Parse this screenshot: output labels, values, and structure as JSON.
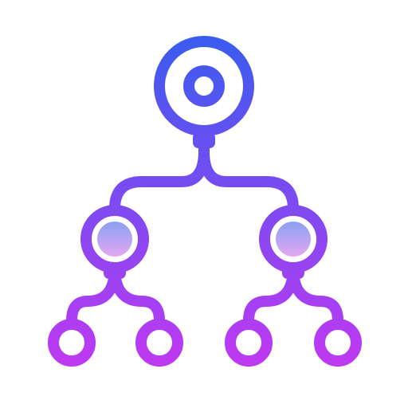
{
  "icon": {
    "name": "hierarchy-tree-icon",
    "colors": {
      "stroke_top": "#3a5cf0",
      "stroke_bottom": "#c238f2",
      "fill_top": "#8fa0f2",
      "fill_bottom": "#e2a8f2",
      "background": "#ffffff"
    },
    "levels": {
      "root_nodes": 1,
      "middle_nodes": 2,
      "leaf_nodes": 4
    }
  }
}
